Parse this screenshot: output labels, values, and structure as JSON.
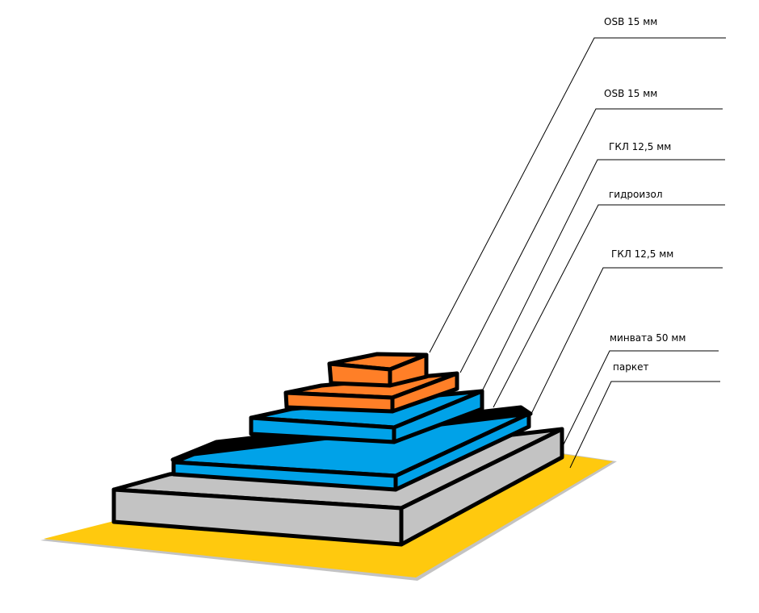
{
  "diagram": {
    "layers": [
      {
        "label": "OSB 15 мм",
        "color": "#ff7f27"
      },
      {
        "label": "OSB 15 мм",
        "color": "#ff7f27"
      },
      {
        "label": "ГКЛ 12,5 мм",
        "color": "#00a2e8"
      },
      {
        "label": "гидроизол",
        "color": "#000000"
      },
      {
        "label": "ГКЛ 12,5 мм",
        "color": "#00a2e8"
      },
      {
        "label": "минвата 50 мм",
        "color": "#c3c3c3"
      },
      {
        "label": "паркет",
        "color": "#ffc90e"
      }
    ]
  }
}
